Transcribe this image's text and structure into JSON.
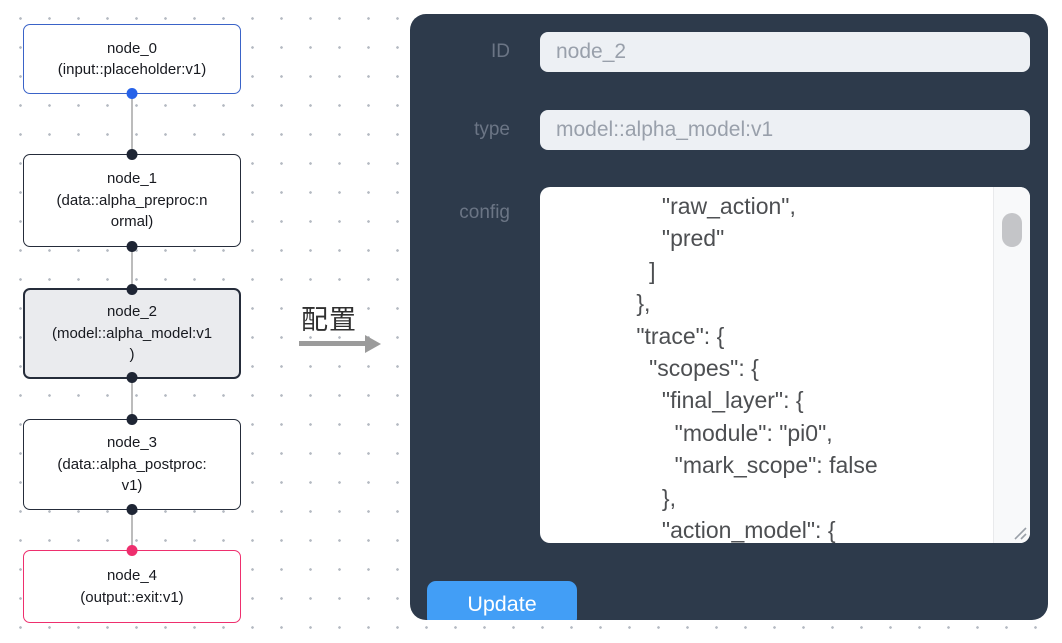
{
  "graph": {
    "nodes": [
      {
        "id": "node_0",
        "type": "input::placeholder:v1",
        "type_lines": [
          "(input::placeholder:v1)"
        ],
        "state": "input"
      },
      {
        "id": "node_1",
        "type": "data::alpha_preproc:normal",
        "type_lines": [
          "(data::alpha_preproc:n",
          "ormal)"
        ],
        "state": "normal"
      },
      {
        "id": "node_2",
        "type": "model::alpha_model:v1",
        "type_lines": [
          "(model::alpha_model:v1",
          ")"
        ],
        "state": "selected"
      },
      {
        "id": "node_3",
        "type": "data::alpha_postproc:v1",
        "type_lines": [
          "(data::alpha_postproc:",
          "v1)"
        ],
        "state": "normal"
      },
      {
        "id": "node_4",
        "type": "output::exit:v1",
        "type_lines": [
          "(output::exit:v1)"
        ],
        "state": "output"
      }
    ],
    "edges": [
      "node_0->node_1",
      "node_1->node_2",
      "node_2->node_3",
      "node_3->node_4"
    ]
  },
  "transfer": {
    "label": "配置"
  },
  "panel": {
    "fields": {
      "id_label": "ID",
      "id_value": "node_2",
      "type_label": "type",
      "type_value": "model::alpha_model:v1",
      "config_label": "config",
      "config_text": "          \"raw_action\",\n          \"pred\"\n        ]\n      },\n      \"trace\": {\n        \"scopes\": {\n          \"final_layer\": {\n            \"module\": \"pi0\",\n            \"mark_scope\": false\n          },\n          \"action_model\": {"
    },
    "update_label": "Update"
  },
  "colors": {
    "panel_bg": "#2d3a4b",
    "accent_blue": "#429ef6",
    "node_selected_bg": "#eaebee",
    "node_input_border": "#3a63c8",
    "node_output_border": "#ee2f6e",
    "node_border": "#252c3a",
    "edge": "#bcbcbc"
  }
}
